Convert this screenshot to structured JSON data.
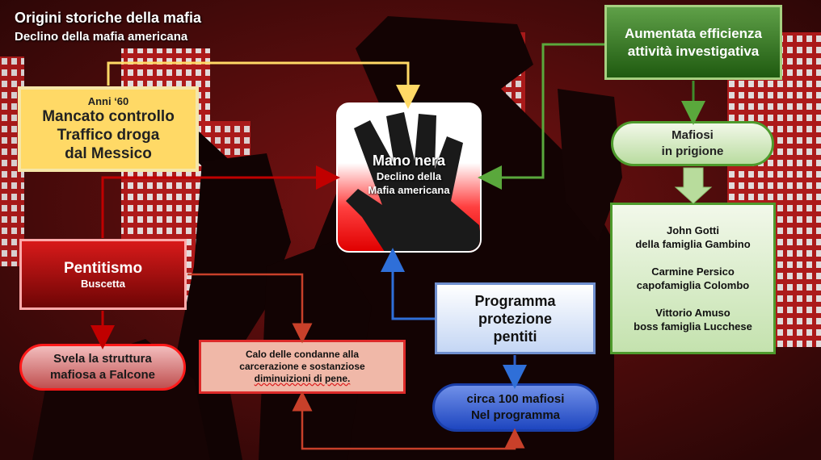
{
  "title": "Origini storiche della mafia",
  "subtitle": "Declino della mafia americana",
  "anni": {
    "small": "Anni ‘60",
    "line1": "Mancato controllo",
    "line2": "Traffico droga",
    "line3": "dal Messico"
  },
  "mano": {
    "title": "Mano nera",
    "line1": "Declino della",
    "line2": "Mafia americana"
  },
  "aumentata": {
    "line1": "Aumentata efficienza",
    "line2": "attività investigativa"
  },
  "mafiosi": {
    "line1": "Mafiosi",
    "line2": "in prigione"
  },
  "names": {
    "p1a": "John Gotti",
    "p1b": "della famiglia Gambino",
    "p2a": "Carmine Persico",
    "p2b": "capofamiglia Colombo",
    "p3a": "Vittorio Amuso",
    "p3b": "boss famiglia Lucchese"
  },
  "pentitismo": {
    "title": "Pentitismo",
    "sub": "Buscetta"
  },
  "svela": {
    "line1": "Svela la struttura",
    "line2": "mafiosa a Falcone"
  },
  "calo": {
    "line1": "Calo delle condanne alla",
    "line2": "carcerazione e sostanziose",
    "line3": "diminuizioni di pene."
  },
  "programma": {
    "line1": "Programma",
    "line2": "protezione",
    "line3": "pentiti"
  },
  "circa": {
    "line1": "circa 100 mafiosi",
    "line2": "Nel programma"
  },
  "colors": {
    "yellow": "#ffd966",
    "red": "#c00000",
    "green": "#3f8c2c",
    "blue": "#2f5fc8",
    "orange": "#c0392b"
  }
}
